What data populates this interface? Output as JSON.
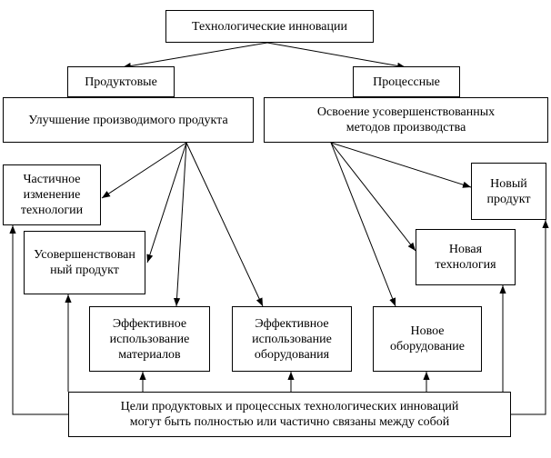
{
  "diagram": {
    "root": "Технологические инновации",
    "product": "Продуктовые",
    "process": "Процессные",
    "product_improvement": "Улучшение производимого продукта",
    "process_methods": "Освоение усовершенствованных\nметодов производства",
    "partial_change": "Частичное\nизменение\nтехнологии",
    "improved_product": "Усовершенствован\nный продукт",
    "efficient_materials": "Эффективное\nиспользование\nматериалов",
    "efficient_equipment": "Эффективное\nиспользование\nоборудования",
    "new_product": "Новый\nпродукт",
    "new_technology": "Новая\nтехнология",
    "new_equipment": "Новое\nоборудование",
    "goals": "Цели продуктовых и процессных технологических инноваций\nмогут быть полностью или частично связаны между собой"
  },
  "colors": {
    "line": "#000000",
    "box_border": "#000000",
    "background": "#ffffff"
  }
}
